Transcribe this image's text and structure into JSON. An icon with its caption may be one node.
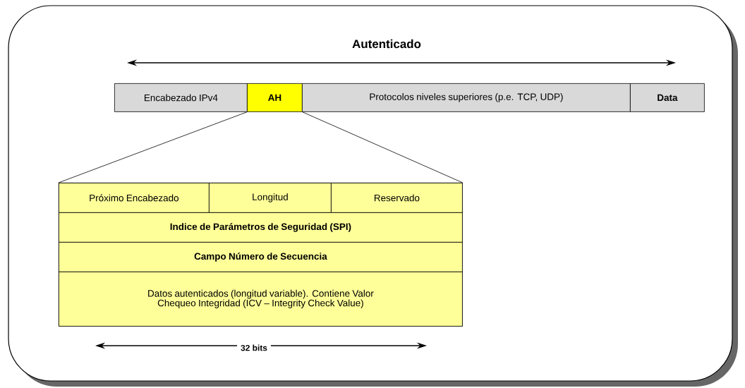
{
  "diagram": {
    "nodes": [
      {
        "text": [
          "Encabezado IPv4"
        ]
      },
      {
        "text": [
          "AH"
        ]
      },
      {
        "text": [
          "Protocolos niveles superiores (p.e. TCP, UDP)"
        ]
      },
      {
        "text": [
          "Data"
        ]
      },
      {
        "text": [],
        "shape": "box"
      },
      {
        "text": [
          "Próximo Encabezado"
        ],
        "in": 4
      },
      {
        "text": [
          "Longitud"
        ],
        "in": 4
      },
      {
        "text": [
          "Reservado"
        ],
        "in": 4
      },
      {
        "text": [
          "Indice de Parámetros de Seguridad (SPI)"
        ],
        "in": 4
      },
      {
        "text": [
          "Campo Número de Secuencia"
        ],
        "in": 4
      },
      {
        "text": [
          "Datos autenticados (longitud variable).  Contiene Valor Chequeo Integridad (ICV – Integrity Check Value)"
        ],
        "in": 4
      }
    ],
    "edges": [
      {
        "from": 1,
        "to": 4,
        "arrow": "none"
      },
      {
        "from": 1,
        "to": 4,
        "arrow": "none"
      }
    ],
    "labels": [
      "Autenticado",
      "32 bits"
    ]
  }
}
